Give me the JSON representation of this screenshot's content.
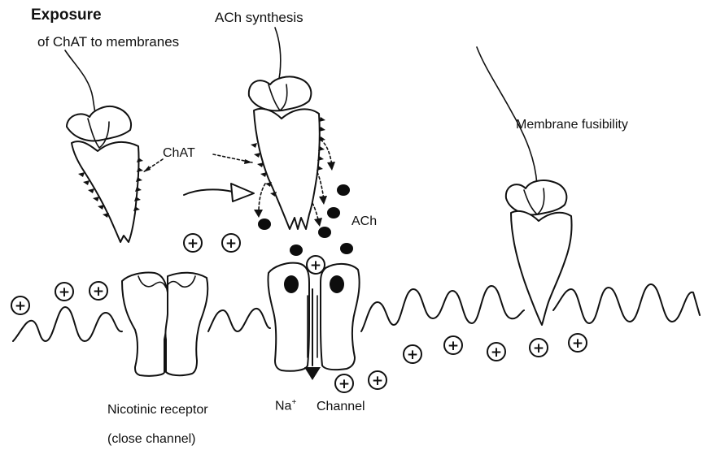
{
  "labels": {
    "exposure_title": "Exposure",
    "exposure_sub": "of ChAT to membranes",
    "ach_synthesis": "ACh synthesis",
    "membrane_fusibility": "Membrane fusibility",
    "chat": "ChAT",
    "ach": "ACh",
    "na_symbol": "Na",
    "na_charge": "+",
    "channel": "Channel",
    "nicotinic_receptor": "Nicotinic receptor",
    "close_channel": "(close channel)"
  },
  "ion_symbol": "+",
  "colors": {
    "ink": "#111111",
    "background": "#ffffff"
  }
}
